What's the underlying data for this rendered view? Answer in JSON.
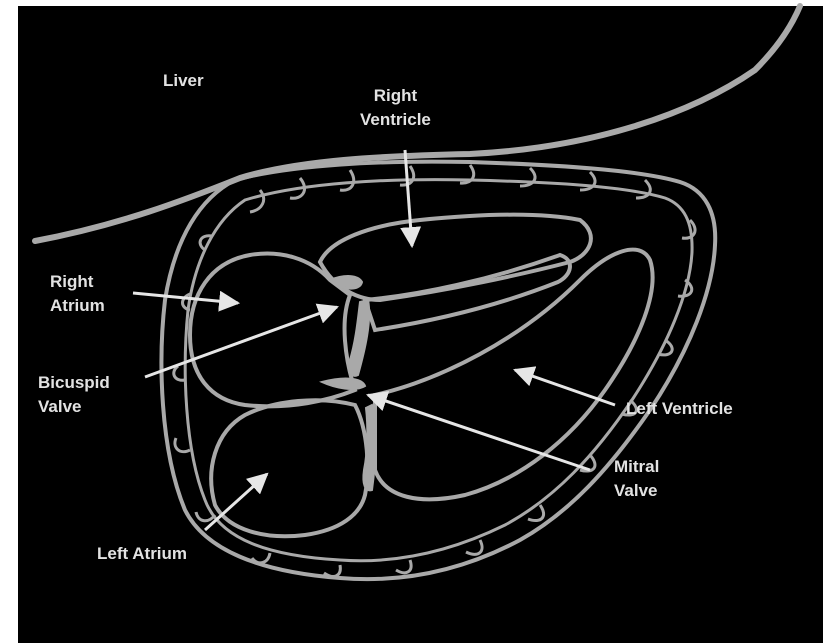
{
  "diagram": {
    "background_color": "#000000",
    "line_color": "#a9a9a9",
    "label_color": "#e2e2e2",
    "labels": {
      "liver": "Liver",
      "right_ventricle": {
        "line1": "Right",
        "line2": "Ventricle"
      },
      "right_atrium": {
        "line1": "Right",
        "line2": "Atrium"
      },
      "bicuspid_valve": {
        "line1": "Bicuspid",
        "line2": "Valve"
      },
      "left_ventricle": "Left Ventricle",
      "mitral_valve": {
        "line1": "Mitral",
        "line2": "Valve"
      },
      "left_atrium": "Left Atrium"
    }
  }
}
